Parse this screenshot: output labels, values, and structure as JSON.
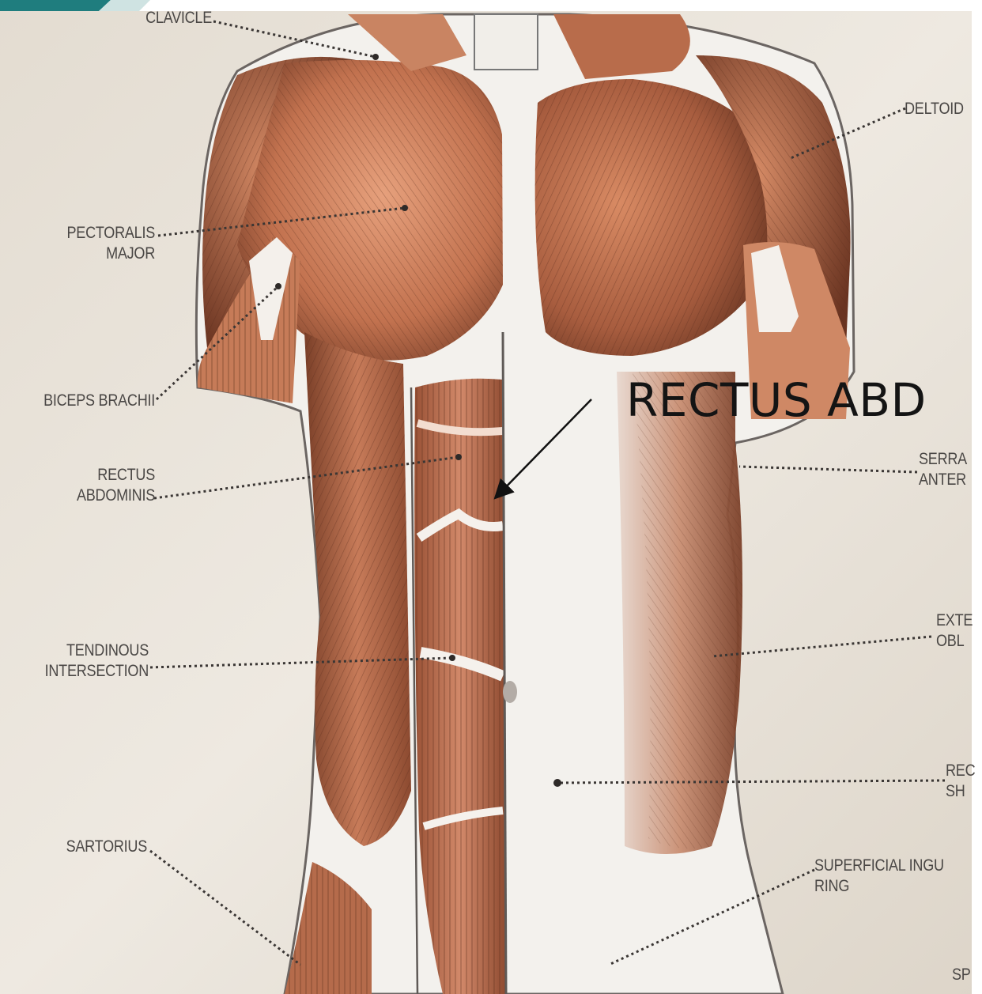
{
  "colors": {
    "paper": "#ece6dc",
    "muscle_light": "#d98f6a",
    "muscle_mid": "#b8694a",
    "muscle_dark": "#6e3a25",
    "tendon": "#f1efeb",
    "label_text": "#4a4745",
    "leader": "#3a3634",
    "accent_teal": "#1f7d7e",
    "arrow": "#111111"
  },
  "callout": {
    "text": "RECTUS ABD"
  },
  "labels_left": {
    "clavicle": "CLAVICLE",
    "pectoralis_major": "PECTORALIS\nMAJOR",
    "biceps_brachii": "BICEPS BRACHII",
    "rectus_abdominis": "RECTUS\nABDOMINIS",
    "tendinous_intersection": "TENDINOUS\nINTERSECTION",
    "sartorius": "SARTORIUS"
  },
  "labels_right": {
    "deltoid": "DELTOID",
    "serratus_anterior": "SERRA\nANTER",
    "external_oblique": "EXTE\nOBL",
    "rectus_sheath": "REC\nSH",
    "superficial_inguinal_ring": "SUPERFICIAL INGU\nRING",
    "spermatic_cord": "SP"
  }
}
